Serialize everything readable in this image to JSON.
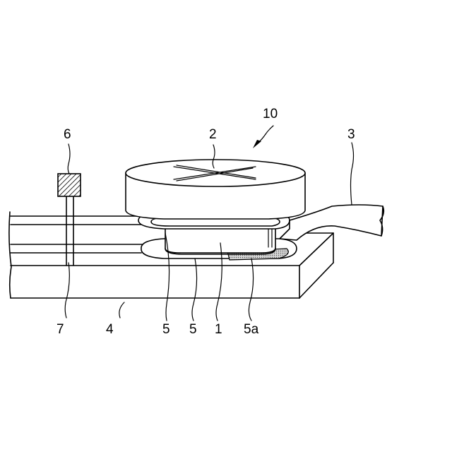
{
  "labels": {
    "device": "10",
    "cover": "2",
    "cable": "3",
    "pad": "6",
    "substrate": "4",
    "trace": "7",
    "ring_left": "5",
    "ring_right": "5",
    "body": "1",
    "adhesive": "5a"
  },
  "colors": {
    "line": "#000000",
    "background": "#ffffff",
    "adhesive_fill": "#c8c8c8"
  }
}
